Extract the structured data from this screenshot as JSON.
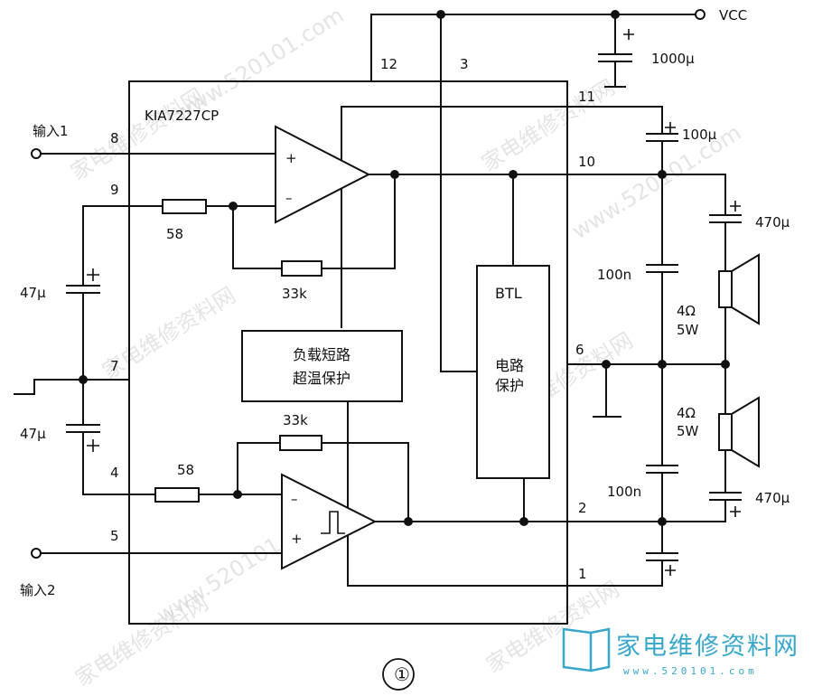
{
  "chip": {
    "name": "KIA7227CP"
  },
  "supply": {
    "vcc": "VCC"
  },
  "inputs": {
    "in1": "输入1",
    "in2": "输入2"
  },
  "pins": {
    "p12": "12",
    "p3": "3",
    "p11": "11",
    "p8": "8",
    "p10": "10",
    "p9": "9",
    "p7": "7",
    "p6": "6",
    "p4": "4",
    "p2": "2",
    "p5": "5",
    "p1": "1"
  },
  "components": {
    "c_1000": "1000μ",
    "c_100u": "100μ",
    "c_470_top": "470μ",
    "c_470_bot": "470μ",
    "c_100n_top": "100n",
    "c_100n_bot": "100n",
    "c_47_top": "47μ",
    "c_47_bot": "47μ",
    "r58_top": "58",
    "r58_bot": "58",
    "r33k_top": "33k",
    "r33k_bot": "33k",
    "spk_top_ohm": "4Ω",
    "spk_top_w": "5W",
    "spk_bot_ohm": "4Ω",
    "spk_bot_w": "5W"
  },
  "blocks": {
    "protect_line1": "负载短路",
    "protect_line2": "超温保护",
    "btl_title": "BTL",
    "btl_line1": "电路",
    "btl_line2": "保护"
  },
  "figure_label": "①",
  "watermarks": {
    "site": "www.520101.com",
    "cn": "家电维修资料网"
  },
  "brand": {
    "name": "家电维修资料网",
    "url": "www.520101.com"
  }
}
